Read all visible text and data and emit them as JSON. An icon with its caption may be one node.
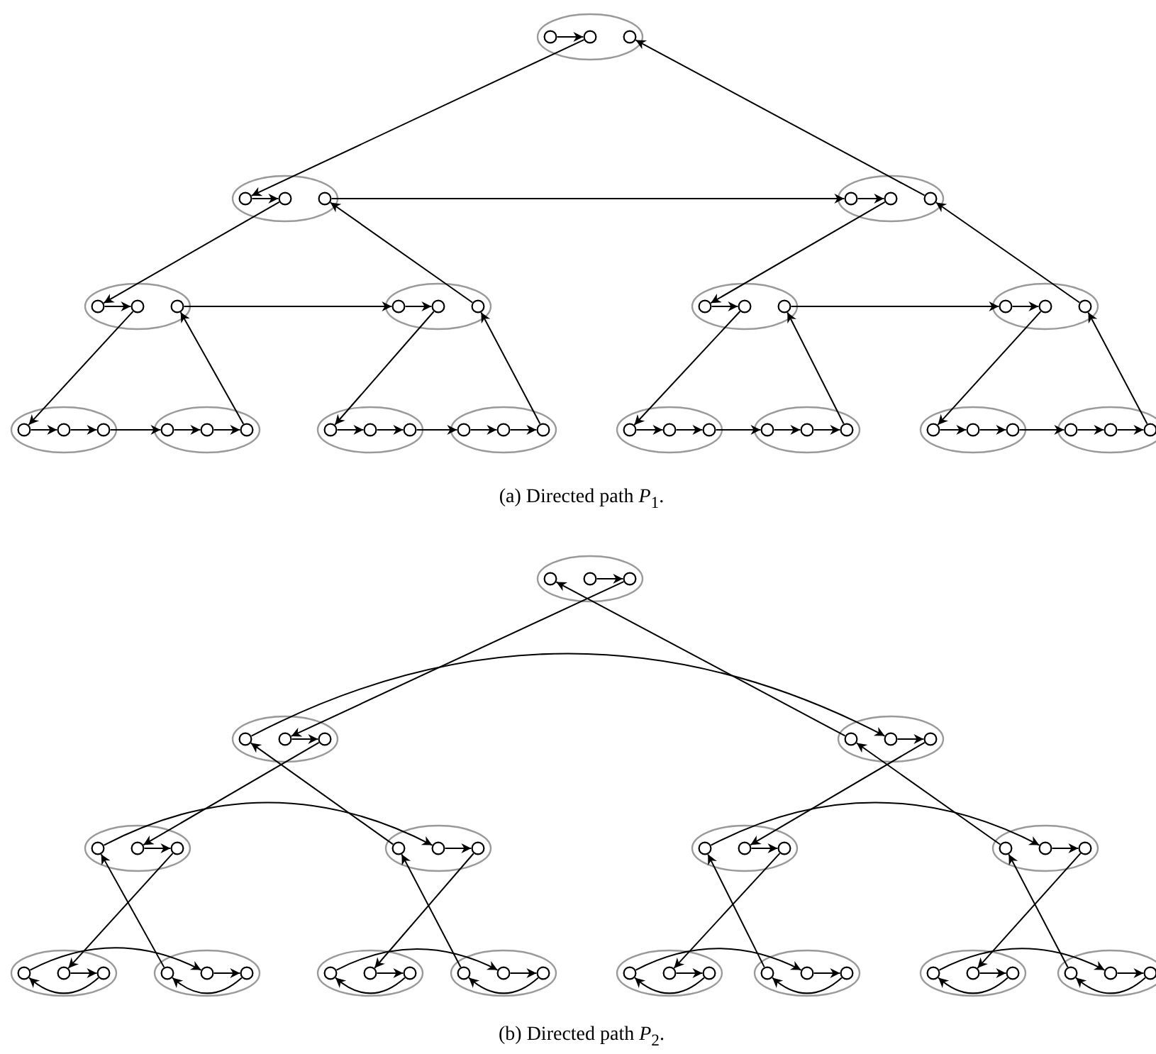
{
  "diagram": {
    "nodes": [
      {
        "text": [],
        "shape": "ellipse"
      },
      {
        "text": [],
        "shape": "circle",
        "in": 0
      },
      {
        "text": [],
        "shape": "circle",
        "in": 0
      },
      {
        "text": [],
        "shape": "circle",
        "in": 0
      },
      {
        "text": [],
        "shape": "ellipse"
      },
      {
        "text": [],
        "shape": "circle",
        "in": 4
      },
      {
        "text": [],
        "shape": "circle",
        "in": 4
      },
      {
        "text": [],
        "shape": "circle",
        "in": 4
      },
      {
        "text": [],
        "shape": "ellipse"
      },
      {
        "text": [],
        "shape": "circle",
        "in": 8
      },
      {
        "text": [],
        "shape": "circle",
        "in": 8
      },
      {
        "text": [],
        "shape": "circle",
        "in": 8
      },
      {
        "text": [],
        "shape": "ellipse"
      },
      {
        "text": [],
        "shape": "circle",
        "in": 12
      },
      {
        "text": [],
        "shape": "circle",
        "in": 12
      },
      {
        "text": [],
        "shape": "circle",
        "in": 12
      },
      {
        "text": [],
        "shape": "ellipse"
      },
      {
        "text": [],
        "shape": "circle",
        "in": 16
      },
      {
        "text": [],
        "shape": "circle",
        "in": 16
      },
      {
        "text": [],
        "shape": "circle",
        "in": 16
      },
      {
        "text": [],
        "shape": "ellipse"
      },
      {
        "text": [],
        "shape": "circle",
        "in": 20
      },
      {
        "text": [],
        "shape": "circle",
        "in": 20
      },
      {
        "text": [],
        "shape": "circle",
        "in": 20
      },
      {
        "text": [],
        "shape": "ellipse"
      },
      {
        "text": [],
        "shape": "circle",
        "in": 24
      },
      {
        "text": [],
        "shape": "circle",
        "in": 24
      },
      {
        "text": [],
        "shape": "circle",
        "in": 24
      },
      {
        "text": [],
        "shape": "ellipse"
      },
      {
        "text": [],
        "shape": "circle",
        "in": 28
      },
      {
        "text": [],
        "shape": "circle",
        "in": 28
      },
      {
        "text": [],
        "shape": "circle",
        "in": 28
      },
      {
        "text": [],
        "shape": "ellipse"
      },
      {
        "text": [],
        "shape": "circle",
        "in": 32
      },
      {
        "text": [],
        "shape": "circle",
        "in": 32
      },
      {
        "text": [],
        "shape": "circle",
        "in": 32
      },
      {
        "text": [],
        "shape": "ellipse"
      },
      {
        "text": [],
        "shape": "circle",
        "in": 36
      },
      {
        "text": [],
        "shape": "circle",
        "in": 36
      },
      {
        "text": [],
        "shape": "circle",
        "in": 36
      },
      {
        "text": [],
        "shape": "ellipse"
      },
      {
        "text": [],
        "shape": "circle",
        "in": 40
      },
      {
        "text": [],
        "shape": "circle",
        "in": 40
      },
      {
        "text": [],
        "shape": "circle",
        "in": 40
      },
      {
        "text": [],
        "shape": "ellipse"
      },
      {
        "text": [],
        "shape": "circle",
        "in": 44
      },
      {
        "text": [],
        "shape": "circle",
        "in": 44
      },
      {
        "text": [],
        "shape": "circle",
        "in": 44
      },
      {
        "text": [],
        "shape": "ellipse"
      },
      {
        "text": [],
        "shape": "circle",
        "in": 48
      },
      {
        "text": [],
        "shape": "circle",
        "in": 48
      },
      {
        "text": [],
        "shape": "circle",
        "in": 48
      },
      {
        "text": [],
        "shape": "ellipse"
      },
      {
        "text": [],
        "shape": "circle",
        "in": 52
      },
      {
        "text": [],
        "shape": "circle",
        "in": 52
      },
      {
        "text": [],
        "shape": "circle",
        "in": 52
      },
      {
        "text": [],
        "shape": "ellipse"
      },
      {
        "text": [],
        "shape": "circle",
        "in": 56
      },
      {
        "text": [],
        "shape": "circle",
        "in": 56
      },
      {
        "text": [],
        "shape": "circle",
        "in": 56
      },
      {
        "text": [],
        "shape": "ellipse"
      },
      {
        "text": [],
        "shape": "circle",
        "in": 60
      },
      {
        "text": [],
        "shape": "circle",
        "in": 60
      },
      {
        "text": [],
        "shape": "circle",
        "in": 60
      },
      {
        "text": [],
        "shape": "ellipse"
      },
      {
        "text": [],
        "shape": "circle",
        "in": 64
      },
      {
        "text": [],
        "shape": "circle",
        "in": 64
      },
      {
        "text": [],
        "shape": "circle",
        "in": 64
      },
      {
        "text": [],
        "shape": "ellipse"
      },
      {
        "text": [],
        "shape": "circle",
        "in": 68
      },
      {
        "text": [],
        "shape": "circle",
        "in": 68
      },
      {
        "text": [],
        "shape": "circle",
        "in": 68
      },
      {
        "text": [],
        "shape": "ellipse"
      },
      {
        "text": [],
        "shape": "circle",
        "in": 72
      },
      {
        "text": [],
        "shape": "circle",
        "in": 72
      },
      {
        "text": [],
        "shape": "circle",
        "in": 72
      },
      {
        "text": [],
        "shape": "ellipse"
      },
      {
        "text": [],
        "shape": "circle",
        "in": 76
      },
      {
        "text": [],
        "shape": "circle",
        "in": 76
      },
      {
        "text": [],
        "shape": "circle",
        "in": 76
      },
      {
        "text": [],
        "shape": "ellipse"
      },
      {
        "text": [],
        "shape": "circle",
        "in": 80
      },
      {
        "text": [],
        "shape": "circle",
        "in": 80
      },
      {
        "text": [],
        "shape": "circle",
        "in": 80
      },
      {
        "text": [],
        "shape": "ellipse"
      },
      {
        "text": [],
        "shape": "circle",
        "in": 84
      },
      {
        "text": [],
        "shape": "circle",
        "in": 84
      },
      {
        "text": [],
        "shape": "circle",
        "in": 84
      },
      {
        "text": [],
        "shape": "ellipse"
      },
      {
        "text": [],
        "shape": "circle",
        "in": 88
      },
      {
        "text": [],
        "shape": "circle",
        "in": 88
      },
      {
        "text": [],
        "shape": "circle",
        "in": 88
      },
      {
        "text": [],
        "shape": "ellipse"
      },
      {
        "text": [],
        "shape": "circle",
        "in": 92
      },
      {
        "text": [],
        "shape": "circle",
        "in": 92
      },
      {
        "text": [],
        "shape": "circle",
        "in": 92
      },
      {
        "text": [],
        "shape": "ellipse"
      },
      {
        "text": [],
        "shape": "circle",
        "in": 96
      },
      {
        "text": [],
        "shape": "circle",
        "in": 96
      },
      {
        "text": [],
        "shape": "circle",
        "in": 96
      },
      {
        "text": [],
        "shape": "ellipse"
      },
      {
        "text": [],
        "shape": "circle",
        "in": 100
      },
      {
        "text": [],
        "shape": "circle",
        "in": 100
      },
      {
        "text": [],
        "shape": "circle",
        "in": 100
      },
      {
        "text": [],
        "shape": "ellipse"
      },
      {
        "text": [],
        "shape": "circle",
        "in": 104
      },
      {
        "text": [],
        "shape": "circle",
        "in": 104
      },
      {
        "text": [],
        "shape": "circle",
        "in": 104
      },
      {
        "text": [],
        "shape": "ellipse"
      },
      {
        "text": [],
        "shape": "circle",
        "in": 108
      },
      {
        "text": [],
        "shape": "circle",
        "in": 108
      },
      {
        "text": [],
        "shape": "circle",
        "in": 108
      },
      {
        "text": [],
        "shape": "ellipse"
      },
      {
        "text": [],
        "shape": "circle",
        "in": 112
      },
      {
        "text": [],
        "shape": "circle",
        "in": 112
      },
      {
        "text": [],
        "shape": "circle",
        "in": 112
      },
      {
        "text": [],
        "shape": "ellipse"
      },
      {
        "text": [],
        "shape": "circle",
        "in": 116
      },
      {
        "text": [],
        "shape": "circle",
        "in": 116
      },
      {
        "text": [],
        "shape": "circle",
        "in": 116
      }
    ],
    "edges": [
      {
        "from": 1,
        "to": 2,
        "arrow": "to"
      },
      {
        "from": 2,
        "to": 5,
        "arrow": "to"
      },
      {
        "from": 5,
        "to": 6,
        "arrow": "to"
      },
      {
        "from": 6,
        "to": 13,
        "arrow": "to"
      },
      {
        "from": 13,
        "to": 14,
        "arrow": "to"
      },
      {
        "from": 14,
        "to": 29,
        "arrow": "to"
      },
      {
        "from": 29,
        "to": 30,
        "arrow": "to"
      },
      {
        "from": 30,
        "to": 31,
        "arrow": "to"
      },
      {
        "from": 31,
        "to": 33,
        "arrow": "to"
      },
      {
        "from": 33,
        "to": 34,
        "arrow": "to"
      },
      {
        "from": 34,
        "to": 35,
        "arrow": "to"
      },
      {
        "from": 35,
        "to": 15,
        "arrow": "to"
      },
      {
        "from": 15,
        "to": 17,
        "arrow": "to"
      },
      {
        "from": 17,
        "to": 18,
        "arrow": "to"
      },
      {
        "from": 18,
        "to": 37,
        "arrow": "to"
      },
      {
        "from": 37,
        "to": 38,
        "arrow": "to"
      },
      {
        "from": 38,
        "to": 39,
        "arrow": "to"
      },
      {
        "from": 39,
        "to": 41,
        "arrow": "to"
      },
      {
        "from": 41,
        "to": 42,
        "arrow": "to"
      },
      {
        "from": 42,
        "to": 43,
        "arrow": "to"
      },
      {
        "from": 43,
        "to": 19,
        "arrow": "to"
      },
      {
        "from": 19,
        "to": 7,
        "arrow": "to"
      },
      {
        "from": 7,
        "to": 9,
        "arrow": "to"
      },
      {
        "from": 9,
        "to": 10,
        "arrow": "to"
      },
      {
        "from": 10,
        "to": 21,
        "arrow": "to"
      },
      {
        "from": 21,
        "to": 22,
        "arrow": "to"
      },
      {
        "from": 22,
        "to": 45,
        "arrow": "to"
      },
      {
        "from": 45,
        "to": 46,
        "arrow": "to"
      },
      {
        "from": 46,
        "to": 47,
        "arrow": "to"
      },
      {
        "from": 47,
        "to": 49,
        "arrow": "to"
      },
      {
        "from": 49,
        "to": 50,
        "arrow": "to"
      },
      {
        "from": 50,
        "to": 51,
        "arrow": "to"
      },
      {
        "from": 51,
        "to": 23,
        "arrow": "to"
      },
      {
        "from": 23,
        "to": 25,
        "arrow": "to"
      },
      {
        "from": 25,
        "to": 26,
        "arrow": "to"
      },
      {
        "from": 26,
        "to": 53,
        "arrow": "to"
      },
      {
        "from": 53,
        "to": 54,
        "arrow": "to"
      },
      {
        "from": 54,
        "to": 55,
        "arrow": "to"
      },
      {
        "from": 55,
        "to": 57,
        "arrow": "to"
      },
      {
        "from": 57,
        "to": 58,
        "arrow": "to"
      },
      {
        "from": 58,
        "to": 59,
        "arrow": "to"
      },
      {
        "from": 59,
        "to": 27,
        "arrow": "to"
      },
      {
        "from": 27,
        "to": 11,
        "arrow": "to"
      },
      {
        "from": 11,
        "to": 3,
        "arrow": "to"
      },
      {
        "from": 62,
        "to": 63,
        "arrow": "to"
      },
      {
        "from": 63,
        "to": 66,
        "arrow": "to"
      },
      {
        "from": 66,
        "to": 67,
        "arrow": "to"
      },
      {
        "from": 67,
        "to": 74,
        "arrow": "to"
      },
      {
        "from": 74,
        "to": 75,
        "arrow": "to"
      },
      {
        "from": 75,
        "to": 90,
        "arrow": "to"
      },
      {
        "from": 90,
        "to": 91,
        "arrow": "to"
      },
      {
        "from": 91,
        "to": 89,
        "arrow": "to"
      },
      {
        "from": 89,
        "to": 94,
        "arrow": "to"
      },
      {
        "from": 94,
        "to": 95,
        "arrow": "to"
      },
      {
        "from": 95,
        "to": 93,
        "arrow": "to"
      },
      {
        "from": 93,
        "to": 73,
        "arrow": "to"
      },
      {
        "from": 73,
        "to": 78,
        "arrow": "to"
      },
      {
        "from": 78,
        "to": 79,
        "arrow": "to"
      },
      {
        "from": 79,
        "to": 98,
        "arrow": "to"
      },
      {
        "from": 98,
        "to": 99,
        "arrow": "to"
      },
      {
        "from": 99,
        "to": 97,
        "arrow": "to"
      },
      {
        "from": 97,
        "to": 102,
        "arrow": "to"
      },
      {
        "from": 102,
        "to": 103,
        "arrow": "to"
      },
      {
        "from": 103,
        "to": 101,
        "arrow": "to"
      },
      {
        "from": 101,
        "to": 77,
        "arrow": "to"
      },
      {
        "from": 77,
        "to": 65,
        "arrow": "to"
      },
      {
        "from": 65,
        "to": 70,
        "arrow": "to"
      },
      {
        "from": 70,
        "to": 71,
        "arrow": "to"
      },
      {
        "from": 71,
        "to": 82,
        "arrow": "to"
      },
      {
        "from": 82,
        "to": 83,
        "arrow": "to"
      },
      {
        "from": 83,
        "to": 106,
        "arrow": "to"
      },
      {
        "from": 106,
        "to": 107,
        "arrow": "to"
      },
      {
        "from": 107,
        "to": 105,
        "arrow": "to"
      },
      {
        "from": 105,
        "to": 110,
        "arrow": "to"
      },
      {
        "from": 110,
        "to": 111,
        "arrow": "to"
      },
      {
        "from": 111,
        "to": 109,
        "arrow": "to"
      },
      {
        "from": 109,
        "to": 81,
        "arrow": "to"
      },
      {
        "from": 81,
        "to": 86,
        "arrow": "to"
      },
      {
        "from": 86,
        "to": 87,
        "arrow": "to"
      },
      {
        "from": 87,
        "to": 114,
        "arrow": "to"
      },
      {
        "from": 114,
        "to": 115,
        "arrow": "to"
      },
      {
        "from": 115,
        "to": 113,
        "arrow": "to"
      },
      {
        "from": 113,
        "to": 118,
        "arrow": "to"
      },
      {
        "from": 118,
        "to": 119,
        "arrow": "to"
      },
      {
        "from": 119,
        "to": 117,
        "arrow": "to"
      },
      {
        "from": 117,
        "to": 85,
        "arrow": "to"
      },
      {
        "from": 85,
        "to": 69,
        "arrow": "to"
      },
      {
        "from": 69,
        "to": 61,
        "arrow": "to"
      }
    ],
    "labels": [
      "(a) Directed path *P*$_{1}$.",
      "(b) Directed path *P*$_{2}$."
    ]
  }
}
